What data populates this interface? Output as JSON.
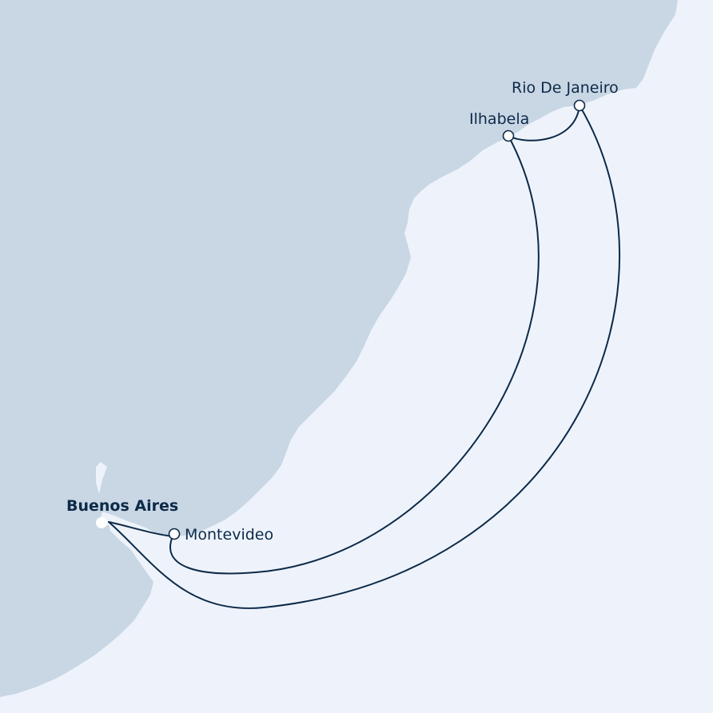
{
  "colors": {
    "sea": "#eef3fb",
    "land": "#c9d6e4",
    "route": "#0c2a48",
    "label": "#0c2a48",
    "home_port": "#f5a623",
    "port_fill": "#ffffff"
  },
  "ports": {
    "buenos_aires": {
      "name": "Buenos Aires",
      "type": "home-port"
    },
    "montevideo": {
      "name": "Montevideo",
      "type": "port-of-call"
    },
    "ilhabela": {
      "name": "Ilhabela",
      "type": "port-of-call"
    },
    "rio": {
      "name": "Rio De Janeiro",
      "type": "port-of-call"
    }
  },
  "itinerary": [
    "Buenos Aires",
    "Montevideo",
    "Ilhabela",
    "Rio De Janeiro",
    "Buenos Aires"
  ]
}
